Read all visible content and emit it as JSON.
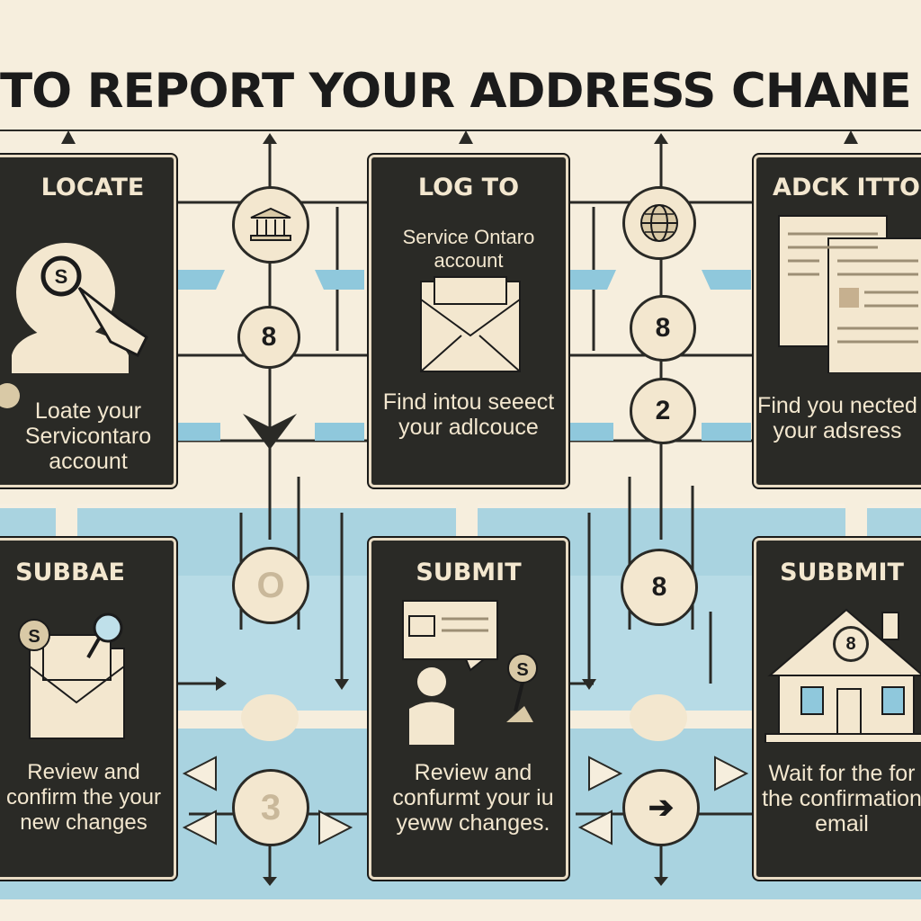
{
  "title": "TO REPORT YOUR ADDRESS CHANE GRVACE",
  "steps_top": [
    {
      "heading": "LOCATE",
      "subtitle": "",
      "description": "Loate your Servicontaro account",
      "icon": "magnifier-person-icon"
    },
    {
      "heading": "LOG TO",
      "subtitle": "Service Ontaro account",
      "description": "Find intou seeect your adlcouce",
      "icon": "envelope-icon"
    },
    {
      "heading": "ADCK ITTO",
      "subtitle": "",
      "description": "Find you nected your adsress",
      "icon": "documents-icon"
    }
  ],
  "steps_bottom": [
    {
      "heading": "SUBBAE",
      "description": "Review and confirm the your new changes",
      "icon": "mail-coins-icon"
    },
    {
      "heading": "SUBMIT",
      "description": "Review and confurmt your iu yeww changes.",
      "icon": "person-card-icon"
    },
    {
      "heading": "SUBBMIT",
      "description": "Wait for the for the confirmation email",
      "icon": "house-icon"
    }
  ],
  "connectors": {
    "top_left_badge": "8",
    "top_right_badge_a": "8",
    "top_right_badge_b": "2",
    "bottom_left_badge": "O",
    "bottom_mid_badge": "3",
    "bottom_right_badge": "8",
    "house_badge": "8"
  },
  "colors": {
    "panel": "#2a2a26",
    "cream": "#f6eedd",
    "blue": "#a9d3e0",
    "accent_blue": "#8fc8dc"
  }
}
